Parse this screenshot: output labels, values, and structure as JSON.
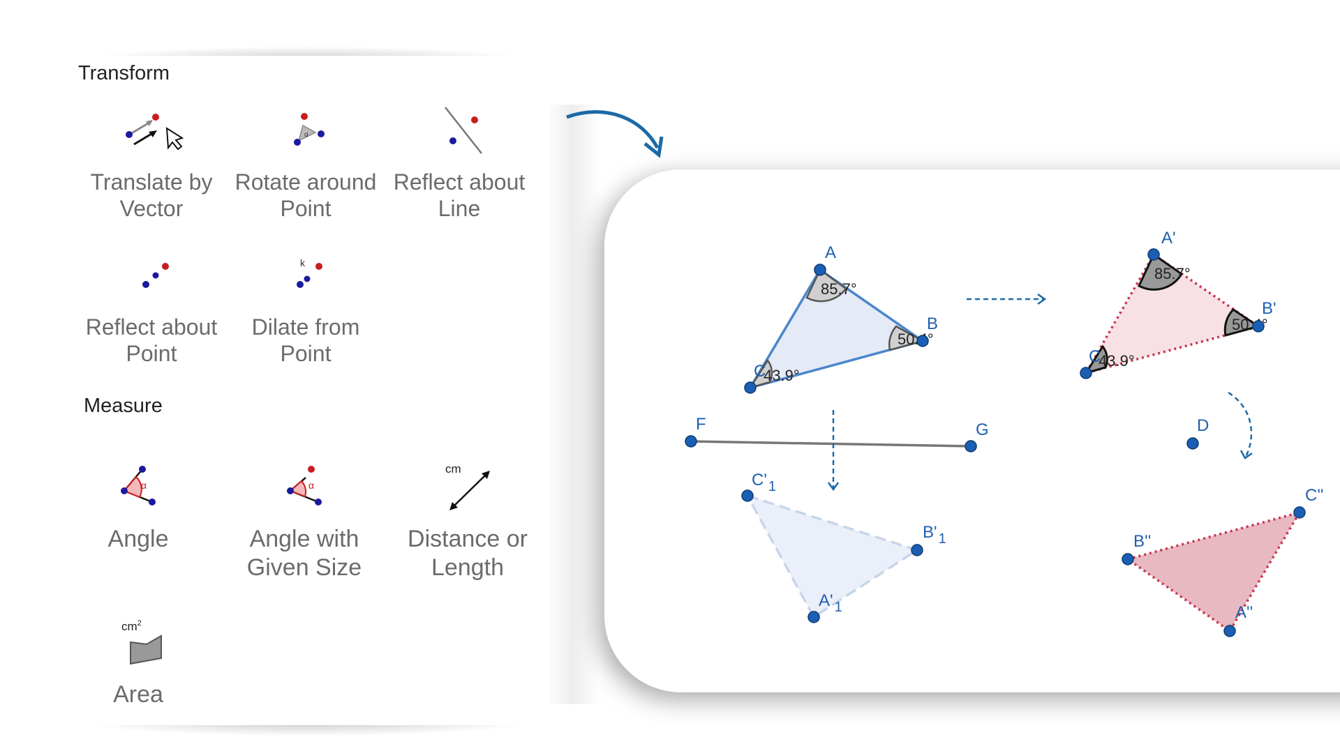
{
  "sections": {
    "transform_title": "Transform",
    "measure_title": "Measure"
  },
  "tools": {
    "translate_by_vector": {
      "label": "Translate by\nVector",
      "icon": "translate-vector-icon"
    },
    "rotate_around_point": {
      "label": "Rotate around\nPoint",
      "icon": "rotate-point-icon"
    },
    "reflect_about_line": {
      "label": "Reflect about\nLine",
      "icon": "reflect-line-icon"
    },
    "reflect_about_point": {
      "label": "Reflect about\nPoint",
      "icon": "reflect-point-icon"
    },
    "dilate_from_point": {
      "label": "Dilate from\nPoint",
      "icon": "dilate-point-icon",
      "icon_letter": "k"
    },
    "angle": {
      "label": "Angle",
      "icon": "angle-icon",
      "icon_letter": "α"
    },
    "angle_with_given_size": {
      "label": "Angle with\nGiven Size",
      "icon": "angle-given-size-icon",
      "icon_letter": "α"
    },
    "distance_or_length": {
      "label": "Distance or\nLength",
      "icon": "distance-icon",
      "icon_unit": "cm"
    },
    "area": {
      "label": "Area",
      "icon": "area-icon",
      "icon_unit": "cm",
      "icon_unit_sup": "2"
    }
  },
  "canvas": {
    "points": {
      "A": "A",
      "B": "B",
      "C": "C",
      "A_prime": "A'",
      "B_prime": "B'",
      "C_prime": "C",
      "D": "D",
      "F": "F",
      "G": "G",
      "C1": "C'",
      "B1": "B'",
      "A1": "A'",
      "sub1": "1",
      "B_dbl": "B''",
      "C_dbl": "C''",
      "A_dbl": "A''"
    },
    "angles": {
      "A": "85.7°",
      "B": "50.4°",
      "C": "43.9°",
      "A_prime": "85.7°",
      "B_prime": "50.4°",
      "C_prime": "43.9°"
    }
  },
  "colors": {
    "point_blue": "#1a5fb4",
    "point_red": "#c81e1e",
    "label_blue": "#1f5fae",
    "triangle_blue_fill": "#e4eaf6",
    "triangle_blue_stroke": "#4a86cc",
    "triangle_pink_fill": "#f7e1e5",
    "triangle_pink_stroke": "#c8344a",
    "triangle_rose_fill": "#e8b9c3",
    "arrow_blue": "#1b6aa6"
  }
}
